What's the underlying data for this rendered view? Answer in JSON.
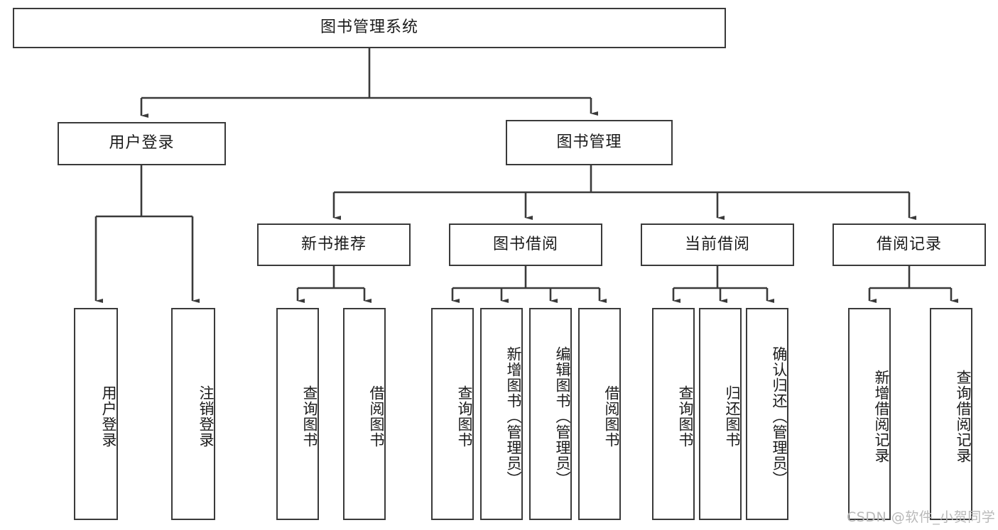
{
  "diagram": {
    "type": "hierarchy-tree",
    "title": "图书管理系统",
    "orientation": "top-down",
    "colors": {
      "box_border": "#3a3a3a",
      "box_fill": "#ffffff",
      "connector": "#3a3a3a",
      "text": "#1b1b1b",
      "watermark": "#b9b9b9"
    },
    "root": {
      "label": "图书管理系统"
    },
    "level2": [
      {
        "label": "用户登录"
      },
      {
        "label": "图书管理"
      }
    ],
    "level3": [
      {
        "label": "新书推荐"
      },
      {
        "label": "图书借阅"
      },
      {
        "label": "当前借阅"
      },
      {
        "label": "借阅记录"
      }
    ],
    "leaves": {
      "user_login": [
        {
          "label": "用户登录"
        },
        {
          "label": "注销登录"
        }
      ],
      "new_book_recommend": [
        {
          "label": "查询图书"
        },
        {
          "label": "借阅图书"
        }
      ],
      "book_borrow": [
        {
          "label": "查询图书"
        },
        {
          "label": "新增图书（管理员）"
        },
        {
          "label": "编辑图书（管理员）"
        },
        {
          "label": "借阅图书"
        }
      ],
      "current_borrow": [
        {
          "label": "查询图书"
        },
        {
          "label": "归还图书"
        },
        {
          "label": "确认归还（管理员）"
        }
      ],
      "borrow_record": [
        {
          "label": "新增借阅记录"
        },
        {
          "label": "查询借阅记录"
        }
      ]
    }
  },
  "watermark": {
    "text": "CSDN @软件_小贺同学"
  }
}
